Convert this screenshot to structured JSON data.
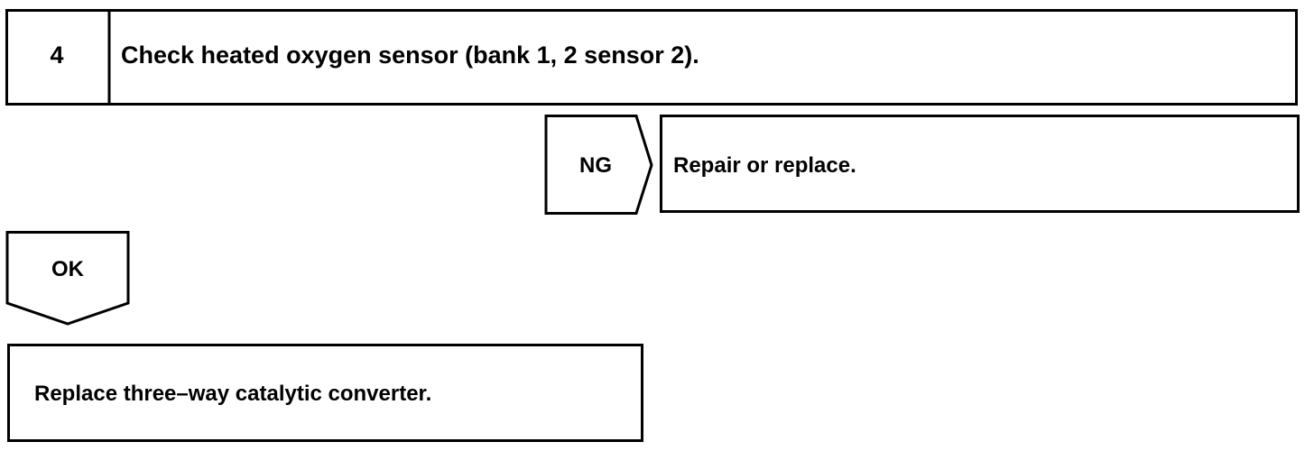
{
  "step": {
    "number": "4",
    "title": "Check heated oxygen sensor (bank 1, 2 sensor 2)."
  },
  "ng_branch": {
    "label": "NG",
    "action": "Repair or replace."
  },
  "ok_branch": {
    "label": "OK",
    "action": "Replace three–way catalytic converter."
  },
  "colors": {
    "stroke": "#000000",
    "background": "#ffffff"
  }
}
